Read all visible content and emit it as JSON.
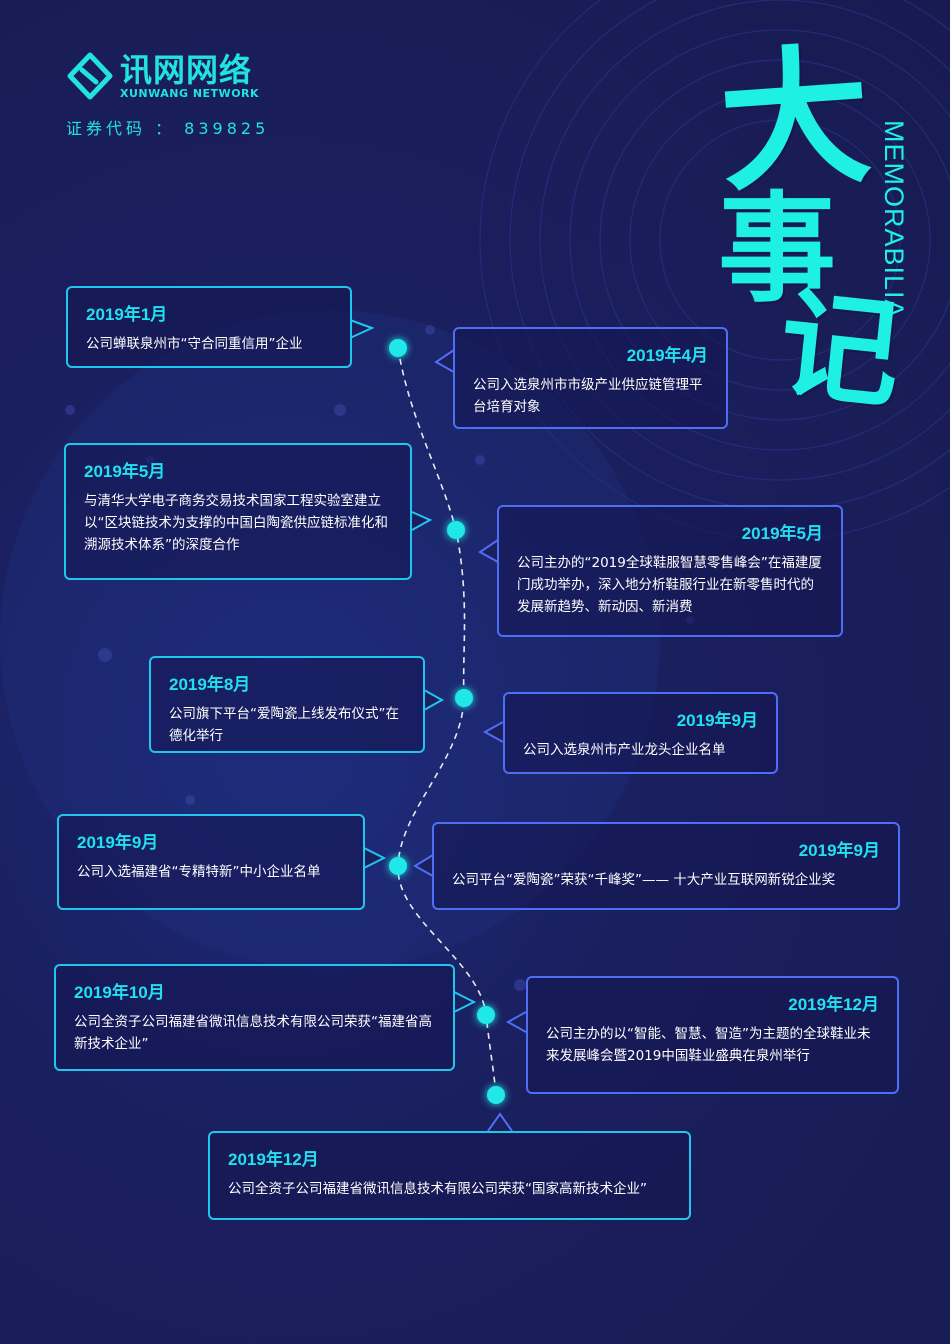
{
  "brand": {
    "name_cn": "讯网网络",
    "name_en": "XUNWANG NETWORK",
    "stock_code": "证券代码 ： 839825"
  },
  "title": {
    "char1": "大",
    "char2": "事",
    "char3": "记",
    "subtitle_en": "MEMORABILIA"
  },
  "colors": {
    "accent": "#21e3e0",
    "background": "#1a1f5e",
    "card_border_left": "#21c6ee",
    "card_border_right": "#4f6df5"
  },
  "events": [
    {
      "date": "2019年1月",
      "text": "公司蝉联泉州市“守合同重信用”企业"
    },
    {
      "date": "2019年4月",
      "text": "公司入选泉州市市级产业供应链管理平台培育对象"
    },
    {
      "date": "2019年5月",
      "text": "与清华大学电子商务交易技术国家工程实验室建立以“区块链技术为支撑的中国白陶瓷供应链标准化和溯源技术体系”的深度合作"
    },
    {
      "date": "2019年5月",
      "text": "公司主办的“2019全球鞋服智慧零售峰会”在福建厦门成功举办，深入地分析鞋服行业在新零售时代的发展新趋势、新动因、新消费"
    },
    {
      "date": "2019年8月",
      "text": "公司旗下平台“爱陶瓷上线发布仪式”在德化举行"
    },
    {
      "date": "2019年9月",
      "text": "公司入选泉州市产业龙头企业名单"
    },
    {
      "date": "2019年9月",
      "text": "公司入选福建省“专精特新”中小企业名单"
    },
    {
      "date": "2019年9月",
      "text": "公司平台“爱陶瓷”荣获“千峰奖”—— 十大产业互联网新锐企业奖"
    },
    {
      "date": "2019年10月",
      "text": "公司全资子公司福建省微讯信息技术有限公司荣获“福建省高新技术企业”"
    },
    {
      "date": "2019年12月",
      "text": "公司主办的以“智能、智慧、智造”为主题的全球鞋业未来发展峰会暨2019中国鞋业盛典在泉州举行"
    },
    {
      "date": "2019年12月",
      "text": "公司全资子公司福建省微讯信息技术有限公司荣获“国家高新技术企业”"
    }
  ]
}
